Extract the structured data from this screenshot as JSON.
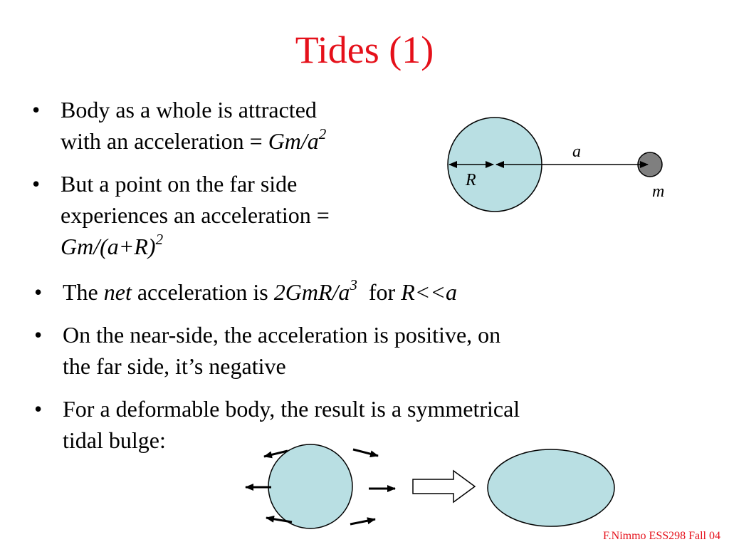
{
  "slide": {
    "title": "Tides (1)",
    "bullets": [
      {
        "line1": "Body as a whole is attracted",
        "line2_pre": "with an acceleration = ",
        "line2_it": "Gm/a",
        "line2_sup": "2"
      },
      {
        "line1": "But a point on the far side",
        "line2": "experiences an acceleration =",
        "line3_it": "Gm/(a+R)",
        "line3_sup": "2"
      },
      {
        "pre": "The ",
        "it1": "net",
        "mid": " acceleration is ",
        "it2": "2GmR/a",
        "sup": "3",
        "post": "  for ",
        "it3": "R<<a"
      },
      {
        "line1": "On the near-side, the acceleration is positive, on",
        "line2": "the far side, it’s negative"
      },
      {
        "line1": "For a deformable body, the result is a symmetrical",
        "line2": "tidal bulge:"
      }
    ],
    "bullet_symbol": "•",
    "footer": "F.Nimmo ESS298 Fall 04"
  },
  "diagram": {
    "label_a": "a",
    "label_R": "R",
    "label_m": "m",
    "planet_color": "#b9dfe3",
    "moon_color": "#7f7f7f"
  }
}
